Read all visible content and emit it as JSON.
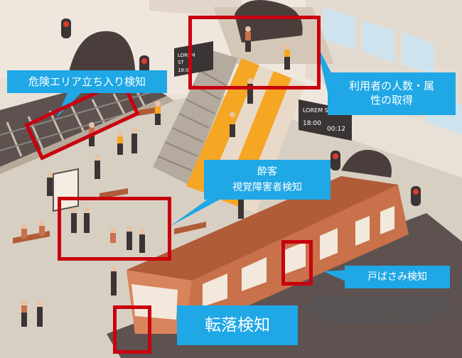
{
  "callouts": {
    "danger_area": "危険エリア立ち入り検知",
    "user_count_line1": "利用者の人数・属",
    "user_count_line2": "性の取得",
    "drunk_line1": "酔客",
    "drunk_line2": "視覚障害者検知",
    "door_caught": "戸ばさみ検知",
    "fall_detect": "転落検知"
  },
  "signs": {
    "sign1_line1": "LOREM",
    "sign1_line2": "ST",
    "sign1_time": "18:0",
    "sign2_line1": "LOREM ST",
    "sign2_time_a": "18:00",
    "sign2_time_b": "00:12"
  },
  "lorem_text": "Lorem ipsum dolor sit amet, consectetur adipiscing elit. Aliquam in magna faucibus massa lobortis porttitor et eu justo. Nam dapibus, ipsum vitae porta lobortis, tortor erat hendrerit diam, commodo vulputate arcu dolor sit amet nunc. Proin consectetur luctus arcu at porta. Nunc ornare interdum metus et dignissim. Proin laoreet tincidunt risus et sagittis. Nunc sit amet lectus neque. Nulla ut erat vehicula, luctus posuere ut sit amet nisi. Donec eu auctor",
  "colors": {
    "callout_bg": "#1fa7e6",
    "highlight_border": "#c8000e",
    "train_body": "#c8714a",
    "escalator_accent": "#f5a623",
    "wall": "#efe7de"
  }
}
